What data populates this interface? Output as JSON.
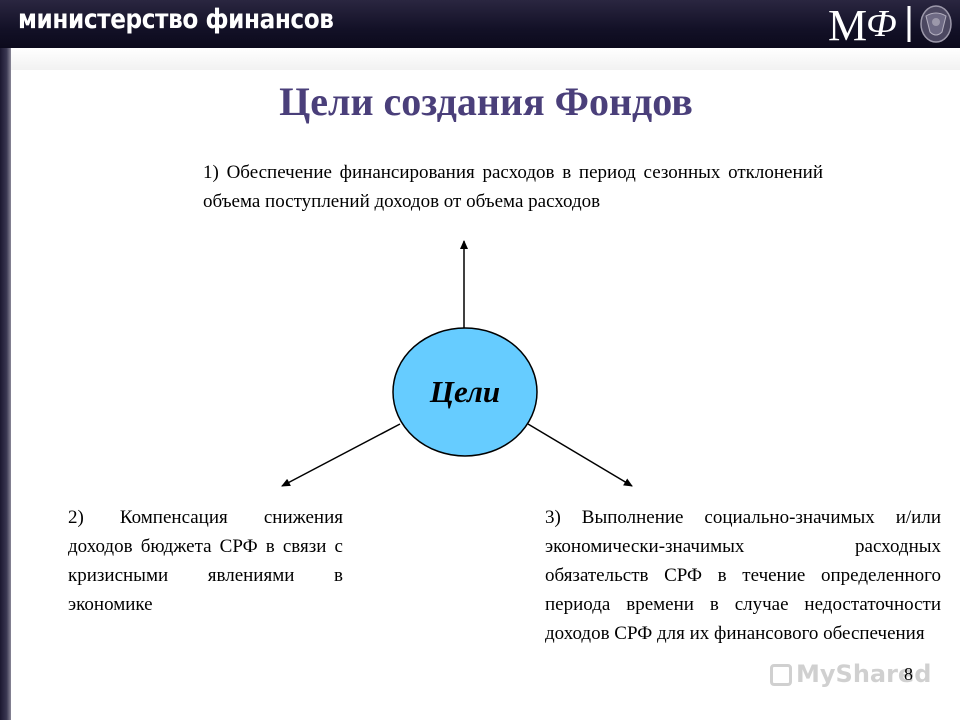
{
  "header": {
    "title": "министерство финансов",
    "logo_text": "МФ"
  },
  "slide": {
    "title": "Цели создания Фондов",
    "center_label": "Цели",
    "page_number": "8"
  },
  "goals": [
    {
      "text": "1) Обеспечение финансирования расходов в период сезонных отклонений объема поступлений доходов от объема расходов"
    },
    {
      "text": "2) Компенсация снижения доходов бюджета СРФ в связи с кризисными явлениями в экономике"
    },
    {
      "text": "3) Выполнение социально-значимых и/или экономически-значимых расходных обязательств СРФ в течение определенного периода времени в случае недостаточности доходов СРФ для их финансового обеспечения"
    }
  ],
  "watermark": {
    "text": "MyShared"
  },
  "colors": {
    "header_bg": "#131127",
    "title": "#4a3f7a",
    "circle_fill": "#66ccff",
    "circle_stroke": "#000000"
  },
  "icons": {
    "logo": "ministry-logo-icon",
    "emblem": "coat-of-arms-icon"
  }
}
